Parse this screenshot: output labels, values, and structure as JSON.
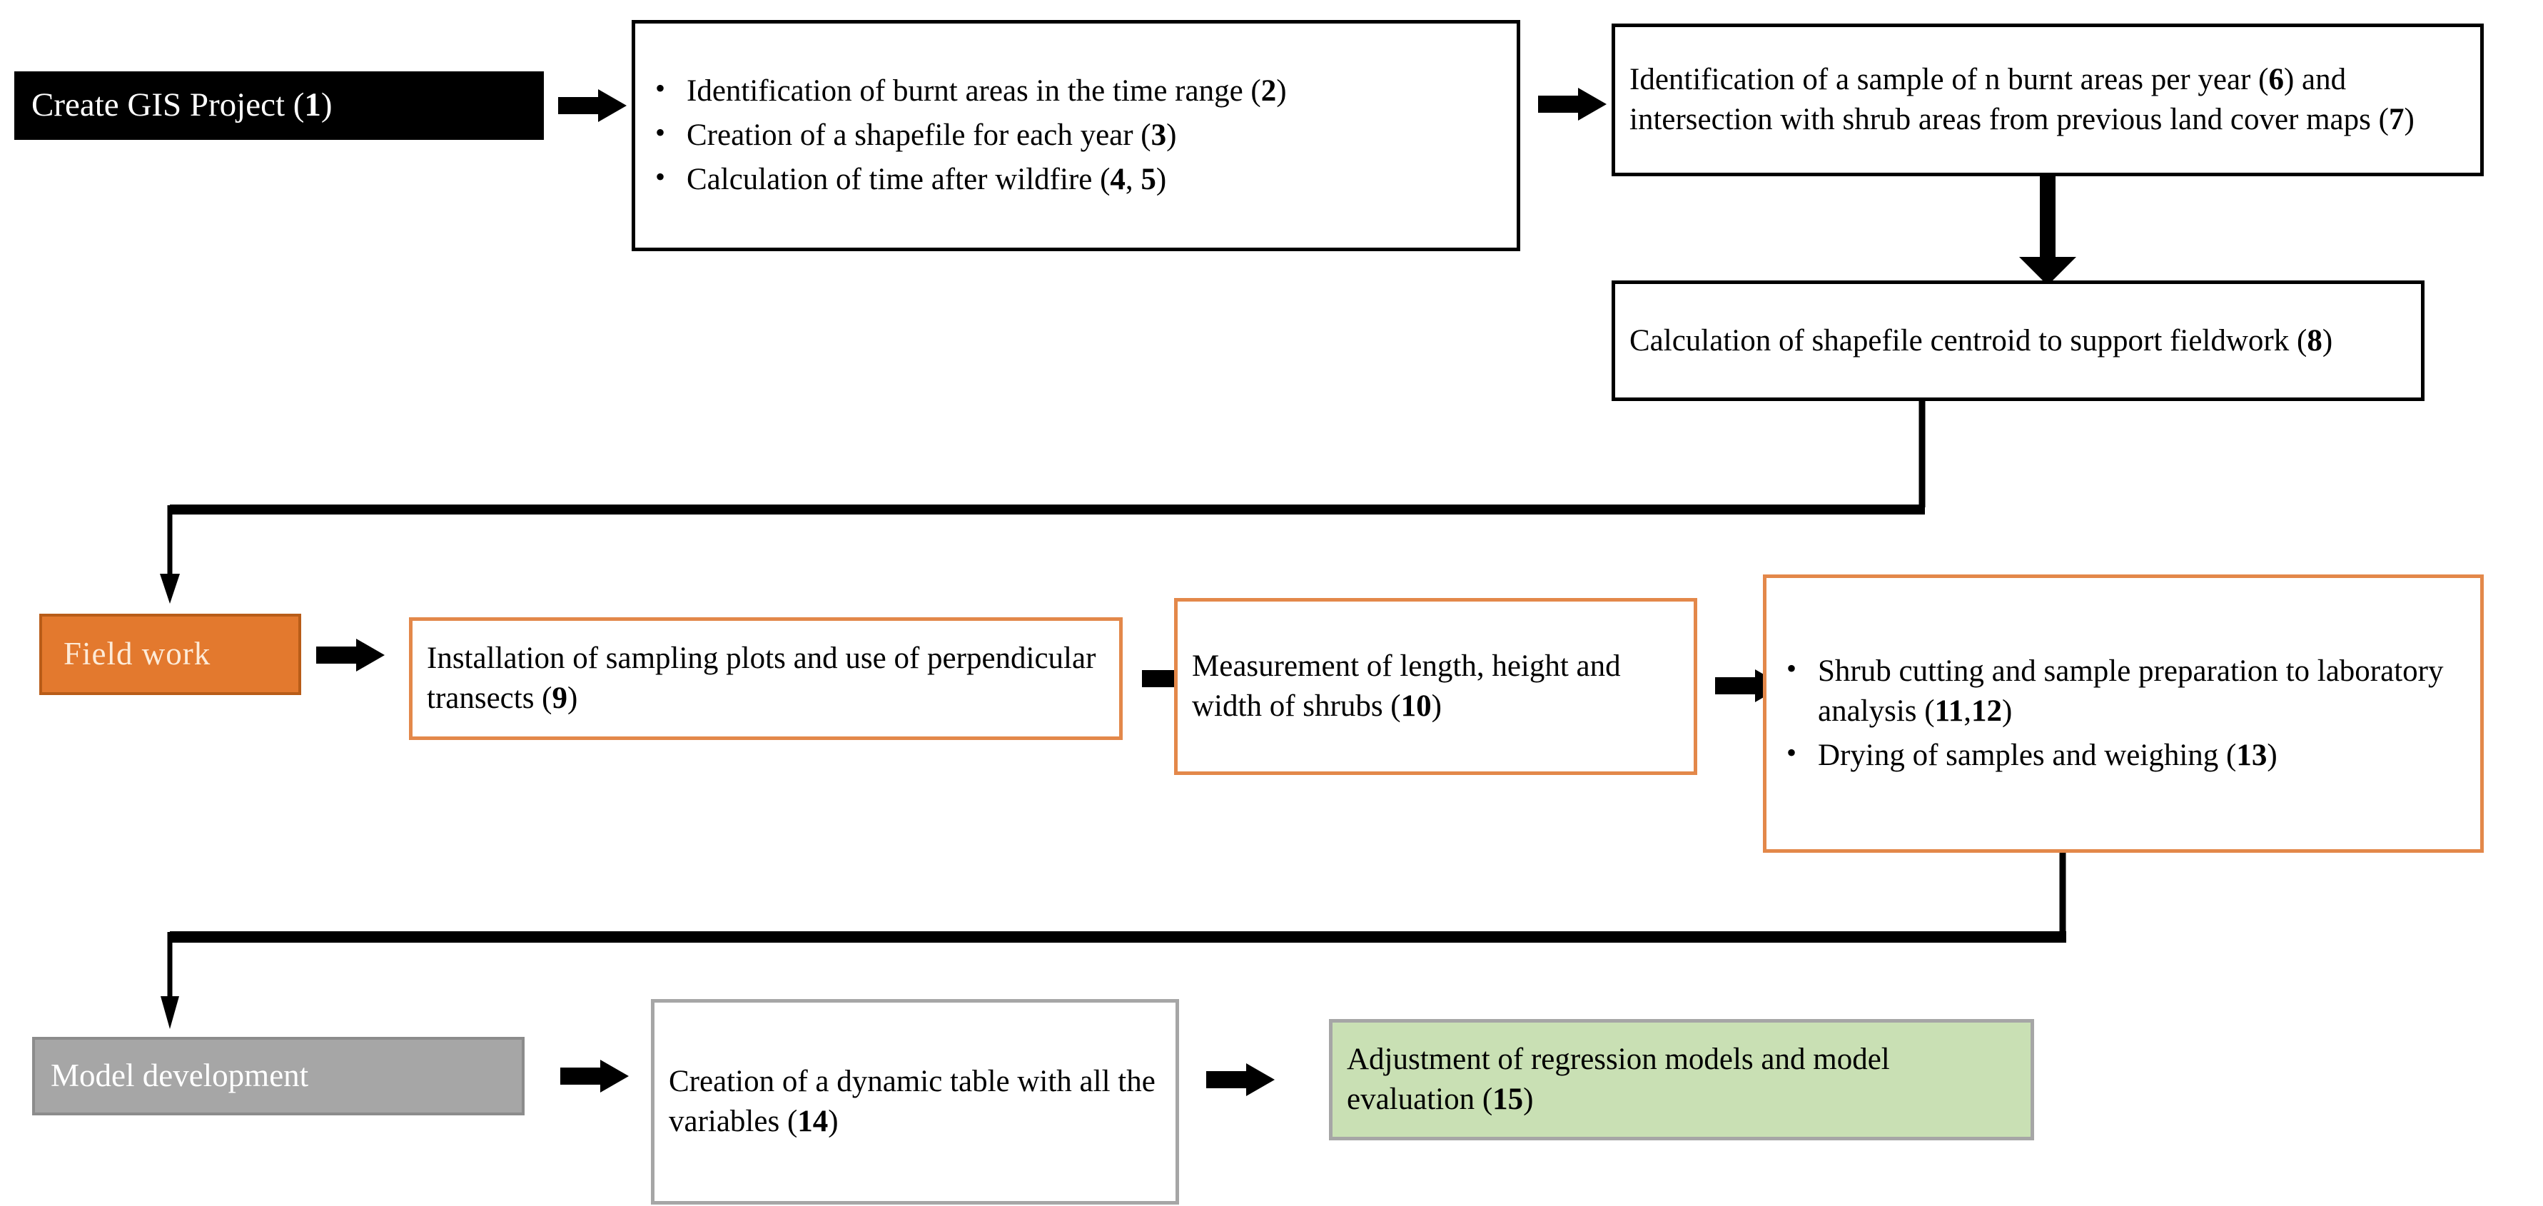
{
  "diagram": {
    "title_stages": {
      "stage1": "Create GIS Project (1)",
      "stage2": "Field  work",
      "stage3": "Model development"
    },
    "nodes": {
      "create_gis_project": {
        "label": "Create GIS Project (1)",
        "number": "1",
        "style": "black-fill"
      },
      "gis_tasks": {
        "bullets": [
          {
            "text": "Identification of burnt areas in the time range (2)",
            "number": "2"
          },
          {
            "text": "Creation of a shapefile for each year (3)",
            "number": "3"
          },
          {
            "text": "Calculation of time after wildfire (4, 5)",
            "number": "4, 5"
          }
        ],
        "style": "black-outline"
      },
      "sample_identification": {
        "text": "Identification of a sample of n burnt areas per year (6) and intersection with shrub areas from previous land cover maps (7)",
        "numbers": "6, 7",
        "style": "black-outline"
      },
      "centroid_calculation": {
        "text": "Calculation of shapefile centroid to support fieldwork (8)",
        "number": "8",
        "style": "black-outline"
      },
      "field_work": {
        "label": "Field  work",
        "style": "orange-fill"
      },
      "sampling_plots": {
        "text": "Installation of sampling plots and use of perpendicular transects (9)",
        "number": "9",
        "style": "orange-outline"
      },
      "shrub_measurement": {
        "text": "Measurement of length, height and width of shrubs (10)",
        "number": "10",
        "style": "orange-outline"
      },
      "lab_tasks": {
        "bullets": [
          {
            "text": "Shrub cutting and sample preparation to laboratory analysis (11,12)",
            "number": "11,12"
          },
          {
            "text": "Drying  of samples and weighing (13)",
            "number": "13"
          }
        ],
        "style": "orange-outline"
      },
      "model_development": {
        "label": "Model development",
        "style": "gray-fill"
      },
      "dynamic_table": {
        "text": "Creation of a dynamic table with all the variables (14)",
        "number": "14",
        "style": "gray-outline"
      },
      "regression_models": {
        "text": "Adjustment of regression models and model evaluation (15)",
        "number": "15",
        "style": "green-fill"
      }
    },
    "colors": {
      "black": "#000000",
      "orange_fill": "#E3792E",
      "orange_border": "#E3884A",
      "orange_dark_border": "#B85C18",
      "gray_fill": "#A6A6A6",
      "gray_border": "#A6A6A6",
      "green_fill": "#C9E0B4",
      "white": "#FFFFFF",
      "cream_text": "#FDEBD8"
    },
    "connectors": [
      {
        "from": "create_gis_project",
        "to": "gis_tasks",
        "type": "block-arrow-right"
      },
      {
        "from": "gis_tasks",
        "to": "sample_identification",
        "type": "block-arrow-right"
      },
      {
        "from": "sample_identification",
        "to": "centroid_calculation",
        "type": "block-arrow-down"
      },
      {
        "from": "centroid_calculation",
        "to": "field_work",
        "type": "elbow-down-left-down"
      },
      {
        "from": "field_work",
        "to": "sampling_plots",
        "type": "block-arrow-right"
      },
      {
        "from": "sampling_plots",
        "to": "shrub_measurement",
        "type": "block-arrow-right"
      },
      {
        "from": "shrub_measurement",
        "to": "lab_tasks",
        "type": "block-arrow-right"
      },
      {
        "from": "lab_tasks",
        "to": "model_development",
        "type": "elbow-down-left-down"
      },
      {
        "from": "model_development",
        "to": "dynamic_table",
        "type": "block-arrow-right"
      },
      {
        "from": "dynamic_table",
        "to": "regression_models",
        "type": "block-arrow-right"
      }
    ]
  }
}
